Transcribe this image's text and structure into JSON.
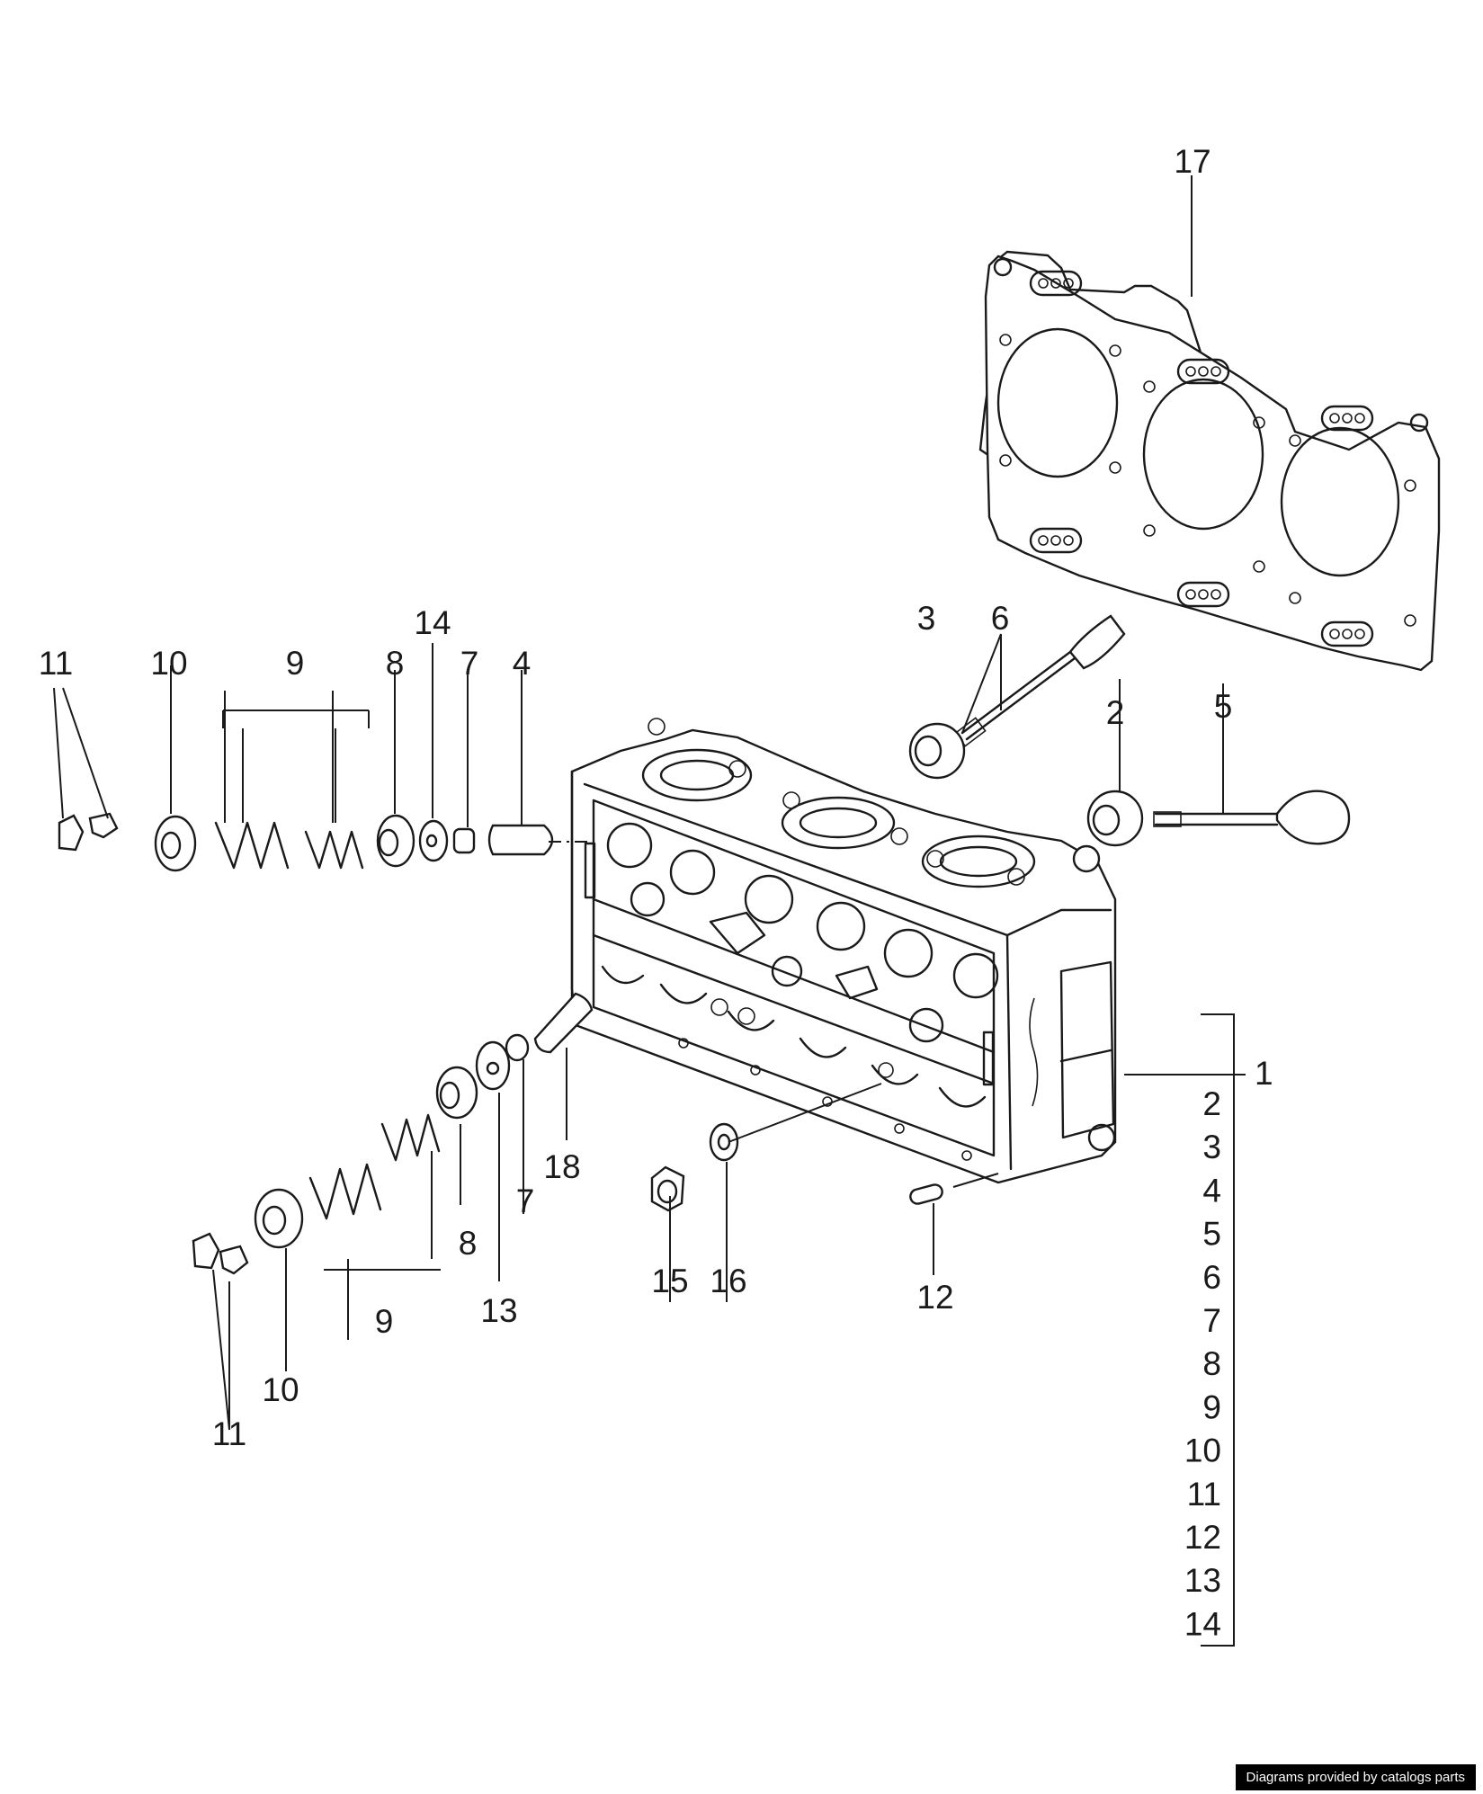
{
  "callouts": {
    "c1": "1",
    "c2": "2",
    "c3": "3",
    "c4": "4",
    "c5": "5",
    "c6": "6",
    "c7": "7",
    "c8": "8",
    "c9": "9",
    "c10": "10",
    "c11": "11",
    "c12": "12",
    "c13": "13",
    "c14": "14",
    "c15": "15",
    "c16": "16",
    "c17": "17",
    "c18": "18"
  },
  "assembly_list": [
    "2",
    "3",
    "4",
    "5",
    "6",
    "7",
    "8",
    "9",
    "10",
    "11",
    "12",
    "13",
    "14"
  ],
  "credit": "Diagrams provided by catalogs parts"
}
